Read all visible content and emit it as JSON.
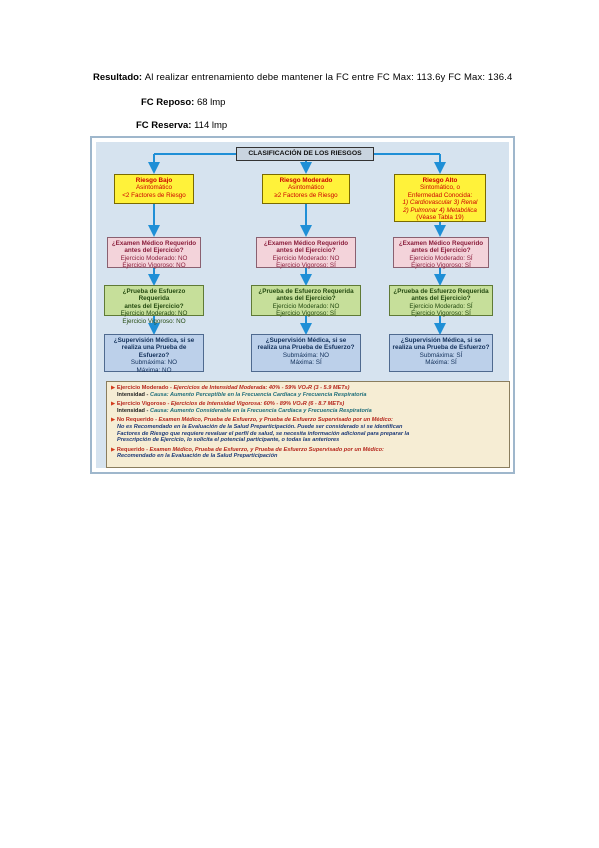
{
  "header": {
    "resultado_label": "Resultado:",
    "resultado_text": "Al realizar entrenamiento debe mantener la FC entre FC Max: 113.6y FC Max: 136.4",
    "reposo_label": "FC Reposo:",
    "reposo_value": "68 lmp",
    "reserva_label": "FC Reserva:",
    "reserva_value": "114 lmp"
  },
  "diagram": {
    "title": "CLASIFICACIÓN DE LOS RIESGOS",
    "risk": {
      "low": {
        "title": "Riesgo Bajo",
        "l1": "Asintomático",
        "l2": "<2 Factores de Riesgo"
      },
      "moderate": {
        "title": "Riesgo Moderado",
        "l1": "Asintomático",
        "l2": "≥2 Factores de Riesgo"
      },
      "high": {
        "title": "Riesgo Alto",
        "l1": "Sintomático, o",
        "l2": "Enfermedad Conocida:",
        "l3": "1) Cardiovascular  3) Renal",
        "l4": "2) Pulmonar       4) Metabólica",
        "l5": "(Véase Tabla 19)"
      }
    },
    "exam": {
      "q1": "¿Examen Médico Requerido",
      "q2": "antes del Ejercicio?",
      "low": {
        "a": "Ejercicio Moderado: NO",
        "b": "Ejercicio Vigoroso: NO"
      },
      "moderate": {
        "a": "Ejercicio Moderado: NO",
        "b": "Ejercicio Vigoroso: SÍ"
      },
      "high": {
        "a": "Ejercicio Moderado: SÍ",
        "b": "Ejercicio Vigoroso: SÍ"
      }
    },
    "stress": {
      "q1": "¿Prueba de Esfuerzo Requerida",
      "q2": "antes del Ejercicio?",
      "low": {
        "a": "Ejercicio Moderado: NO",
        "b": "Ejercicio Vigoroso: NO"
      },
      "moderate": {
        "a": "Ejercicio Moderado: NO",
        "b": "Ejercicio Vigoroso: SÍ"
      },
      "high": {
        "a": "Ejercicio Moderado: SÍ",
        "b": "Ejercicio Vigoroso: SÍ"
      }
    },
    "supervision": {
      "q1": "¿Supervisión Médica, si se",
      "q2": "realiza una Prueba de Esfuerzo?",
      "low": {
        "a": "Submáxima: NO",
        "b": "Máxima: NO"
      },
      "moderate": {
        "a": "Submáxima: NO",
        "b": "Máxima: SÍ"
      },
      "high": {
        "a": "Submáxima: SÍ",
        "b": "Máxima: SÍ"
      }
    },
    "legend": {
      "mod_label": "Ejercicio Moderado - ",
      "mod_def": "Ejercicios de Intensidad Moderada: 40% - 59% V̇O₂R (3 - 5.9 METs)",
      "mod_int_label": "Intensidad - ",
      "mod_int_text": "Causa: Aumento Perceptible en la Frecuencia Cardiaca y Frecuencia Respiratoria",
      "vig_label": "Ejercicio Vigoroso - ",
      "vig_def": "Ejercicios de Intensidad Vigorosa: 60% - 89% V̇O₂R (6 - 8.7 METs)",
      "vig_int_label": "Intensidad - ",
      "vig_int_text": "Causa: Aumento Considerable en la Frecuencia Cardiaca y Frecuencia Respiratoria",
      "no_label": "No Requerido - ",
      "no_text1": "Examen Médico, Prueba de Esfuerzo, y Prueba de Esfuerzo Supervisado por un Médico:",
      "no_text2": "No es Recomendado en la Evaluación de la Salud Preparticipación. Puede ser considerado si se identifican",
      "no_text3": "Factores de Riesgo que requiere revaluar el perfil de salud, se necesita información adicional para preparar la",
      "no_text4": "Prescripción de Ejercicio, lo solicita el potencial participante, o todas las anteriores",
      "req_label": "Requerido - ",
      "req_text1": "Examen Médico, Prueba de Esfuerzo, y Prueba de Esfuerzo Supervisado por un Médico:",
      "req_text2": "Recomendado en la Evaluación de la Salud Preparticipación"
    }
  }
}
